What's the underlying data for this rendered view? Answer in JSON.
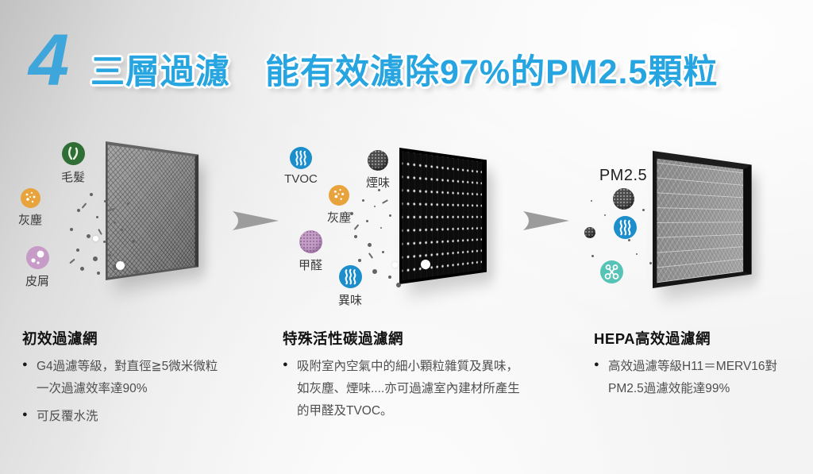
{
  "header": {
    "step_number": "4",
    "title": "三層過濾　能有效濾除97%的PM2.5顆粒"
  },
  "stages": [
    {
      "title": "初效過濾網",
      "filter_type": "mesh-prefilter",
      "bullets": [
        "G4過濾等級，對直徑≧5微米微粒一次過濾效率達90%",
        "可反覆水洗"
      ],
      "pollutants": [
        {
          "icon": "hair-icon",
          "label": "毛髮"
        },
        {
          "icon": "dust-icon",
          "label": "灰塵"
        },
        {
          "icon": "dander-icon",
          "label": "皮屑"
        }
      ]
    },
    {
      "title": "特殊活性碳過濾網",
      "filter_type": "activated-carbon",
      "bullets": [
        "吸附室內空氣中的細小顆粒雜質及異味，如灰塵、煙味....亦可過濾室內建材所產生的甲醛及TVOC。"
      ],
      "pollutants": [
        {
          "icon": "vapor-icon",
          "label": "TVOC"
        },
        {
          "icon": "smoke-particle-icon",
          "label": "煙味"
        },
        {
          "icon": "dust-icon",
          "label": "灰塵"
        },
        {
          "icon": "formaldehyde-particle-icon",
          "label": "甲醛"
        },
        {
          "icon": "vapor-icon",
          "label": "異味"
        }
      ]
    },
    {
      "title": "HEPA高效過濾網",
      "filter_type": "hepa",
      "bullets": [
        "高效過濾等級H11＝MERV16對PM2.5過濾效能達99%"
      ],
      "pollutants": [
        {
          "icon": "pm25-particle-icon",
          "label": "PM2.5"
        },
        {
          "icon": "vapor-icon",
          "label": ""
        },
        {
          "icon": "molecule-icon",
          "label": ""
        }
      ]
    }
  ],
  "colors": {
    "accent_blue": "#27a5e0",
    "icon_green": "#2f6e35",
    "icon_orange": "#e8a33d",
    "icon_purple": "#c79bc7",
    "icon_blue": "#1b8ecb",
    "icon_teal": "#57c3b6",
    "arrow_gray": "#9c9c9c"
  }
}
